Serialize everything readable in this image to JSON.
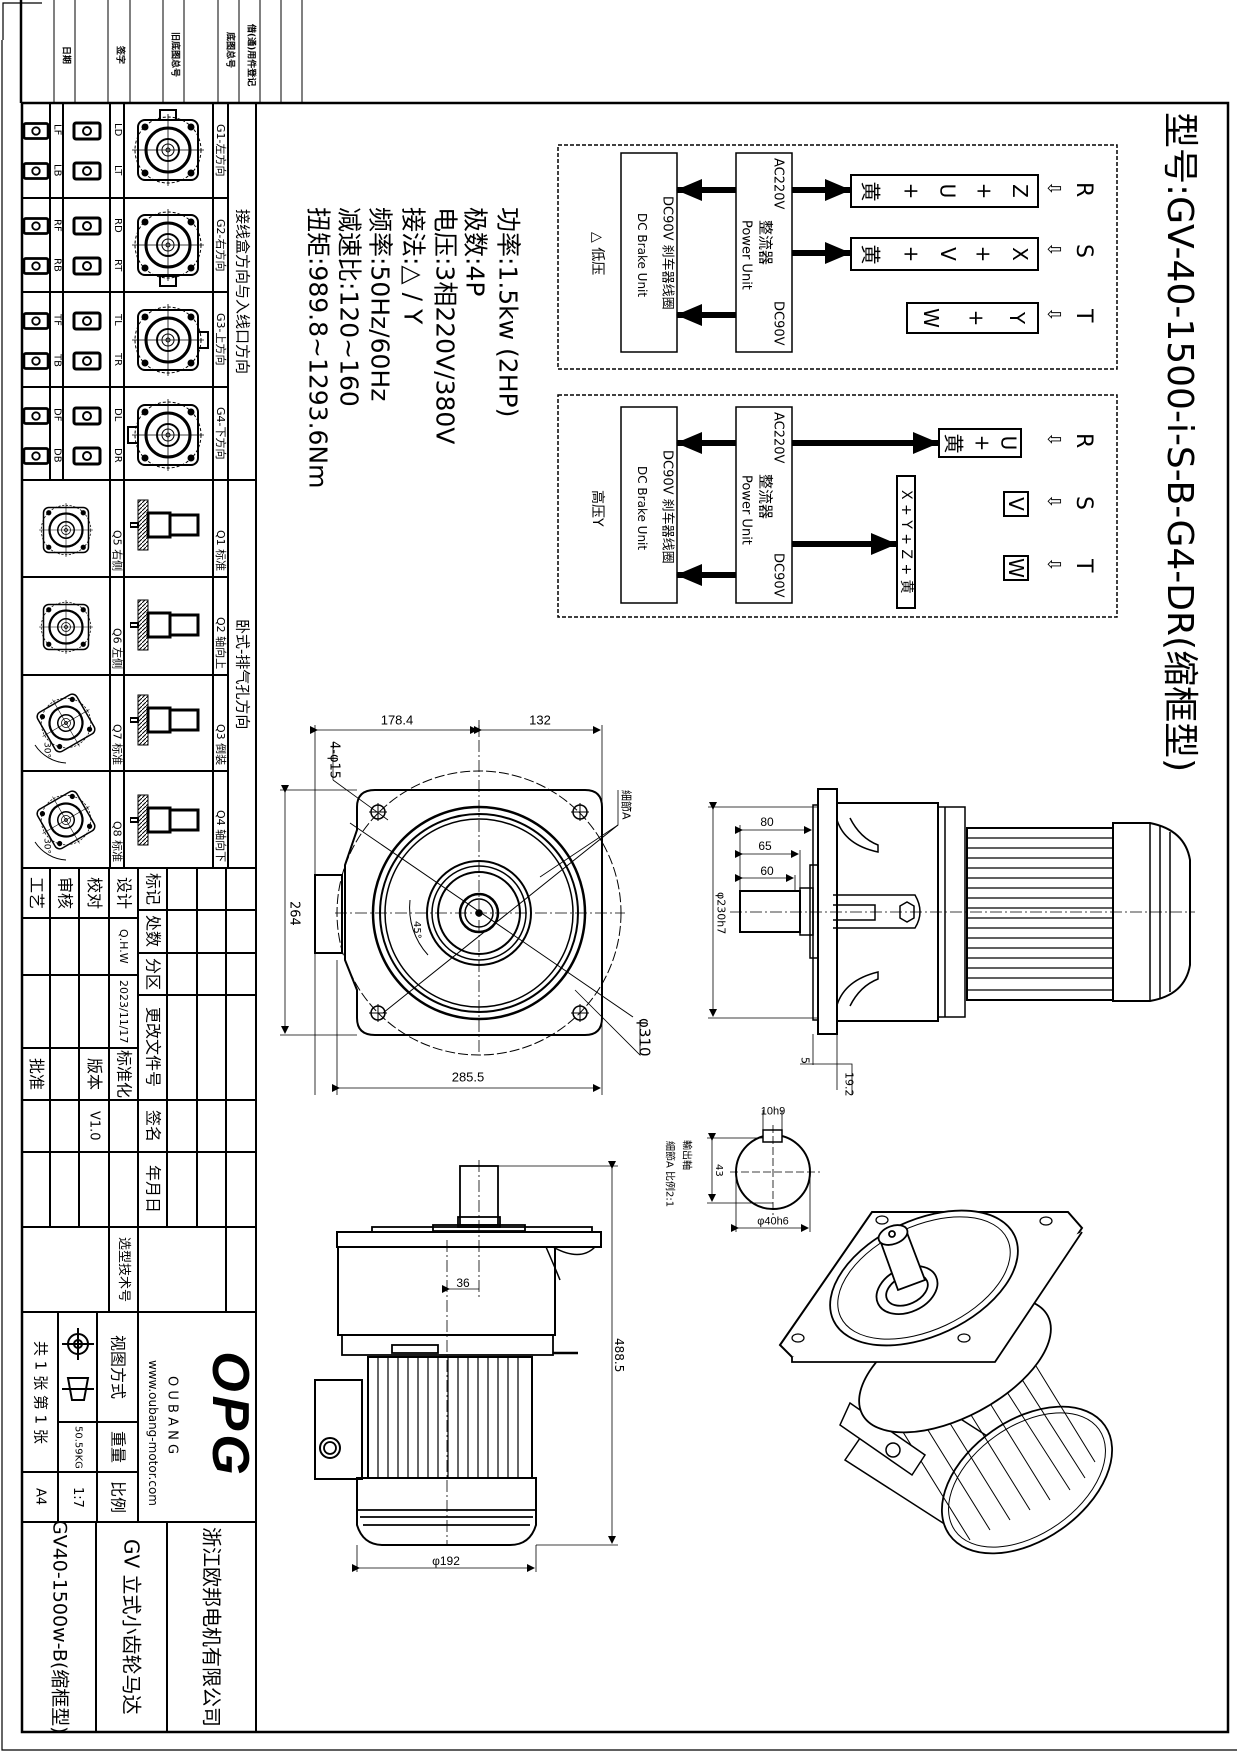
{
  "model_title": "型号:GV-40-1500-i-S-B-G4-DR(缩框型)",
  "specs": [
    "功率:1.5kw (2HP)",
    "极数:4P",
    "电压:3相220V/380V",
    "接法:△ / Y",
    "频率:50Hz/60Hz",
    "减速比:120~160",
    "扭矩:989.8~1293.6Nm"
  ],
  "corner_table": {
    "labels": [
      "日期",
      "签字",
      "旧底图总号",
      "底图总号",
      "借(通)用件登记"
    ]
  },
  "wiring": {
    "arrow_glyph": "⇦",
    "low": {
      "terminals": [
        "R",
        "S",
        "T"
      ],
      "box1": [
        "Z",
        "+",
        "U",
        "+",
        "黄"
      ],
      "box2": [
        "X",
        "+",
        "V",
        "+",
        "黄"
      ],
      "box3": [
        "Y",
        "+",
        "W"
      ],
      "mode": "△ 低压"
    },
    "high": {
      "terminals": [
        "R",
        "S",
        "T"
      ],
      "box_u": [
        "U",
        "+",
        "黄"
      ],
      "box_v": "V",
      "box_w": "W",
      "box_xyz": "X + Y + Z + 黄",
      "mode": "高压Y"
    },
    "rectifier": {
      "ac": "AC220V",
      "dc": "DC90V",
      "name": "整流器",
      "en": "Power Unit"
    },
    "brake": {
      "name": "DC90V  刹车器线圈",
      "en": "DC Brake Unit"
    }
  },
  "direction_table": {
    "header": "接线盒方向与入线口方向",
    "groups": [
      {
        "label": "G1-左方向",
        "a": "LD",
        "b": "LT",
        "c": "LF",
        "d": "LB"
      },
      {
        "label": "G2-右方向",
        "a": "RD",
        "b": "RT",
        "c": "RF",
        "d": "RB"
      },
      {
        "label": "G3-上方向",
        "a": "TL",
        "b": "TR",
        "c": "TF",
        "d": "TB"
      },
      {
        "label": "G4-下方向",
        "a": "DL",
        "b": "DR",
        "c": "DF",
        "d": "DB"
      }
    ]
  },
  "install_table": {
    "header": "卧式-排气孔方向",
    "top": [
      "Q1 标准",
      "Q2 轴向上",
      "Q3 倒装",
      "Q4 轴向下"
    ],
    "bottom": [
      "Q5 右侧",
      "Q6 左侧",
      "Q7 标准",
      "Q8 标准"
    ],
    "angle": "30°"
  },
  "title_block": {
    "mark": "标记",
    "count": "处数",
    "zone": "分区",
    "change_doc": "更改文件号",
    "sign": "签名",
    "date": "年月日",
    "design": "设计",
    "designer": "Q.H.W",
    "design_date": "2023/11/17",
    "standardize": "标准化",
    "check": "校对",
    "version_label": "版本",
    "version": "V1.0",
    "review": "审核",
    "process": "工艺",
    "approve": "批准",
    "selection_no": "选型技术号",
    "logo": "OPG",
    "brand": "O U B A N G",
    "website": "www.oubang-motor.com",
    "view_method": "视图方式",
    "weight_label": "重量",
    "scale_label": "比例",
    "weight": "50.59KG",
    "scale": "1:7",
    "sheets": "共 1 张 第 1 张",
    "paper": "A4",
    "company": "浙江欧邦电机有限公司",
    "product": "GV  立式小齿轮马达",
    "drawing_no": "GV40-1500w-B(缩框型)"
  },
  "dims": {
    "front_w1": "178.4",
    "front_w2": "132",
    "holes": "4-φ15",
    "height": "264",
    "width": "285.5",
    "detail": "細節A",
    "pcd": "φ310",
    "angle": "45°",
    "s80": "80",
    "s65": "65",
    "s60": "60",
    "spigot": "φ230h7",
    "d5": "5",
    "d19": "19.2",
    "key": "10h9",
    "shaft_h": "43",
    "shaft_d": "φ40h6",
    "shaft_title": "輸出軸",
    "shaft_note": "細節A 比例2:1",
    "offset": "36",
    "length": "488.5",
    "motor_d": "φ192"
  }
}
